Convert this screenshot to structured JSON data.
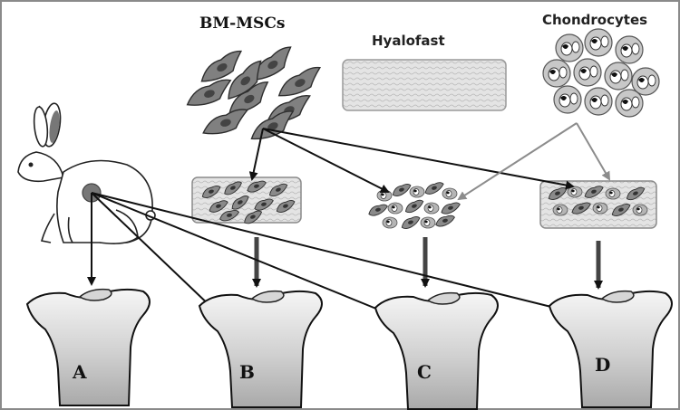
{
  "labels": {
    "bm_mscs": "BM-MSCs",
    "hyalofast": "Hyalofast",
    "chondrocytes": "Chondrocytes",
    "bones": [
      "A",
      "B",
      "C",
      "D"
    ]
  },
  "colors": {
    "background": "#ffffff",
    "frame": "#8a8a8a",
    "cell_fill": "#808080",
    "cell_stroke": "#2e2e2e",
    "nucleus": "#444444",
    "scaffold_fill": "#e6e6e6",
    "chondrocyte_fill": "#c8c8c8",
    "arrow_dark": "#111111",
    "arrow_gray": "#8c8c8c",
    "knee_spot": "#777777"
  },
  "icons": [
    "rabbit-icon",
    "bone-icon",
    "cell-icon",
    "scaffold-icon",
    "chondrocyte-icon",
    "arrow-icon"
  ]
}
